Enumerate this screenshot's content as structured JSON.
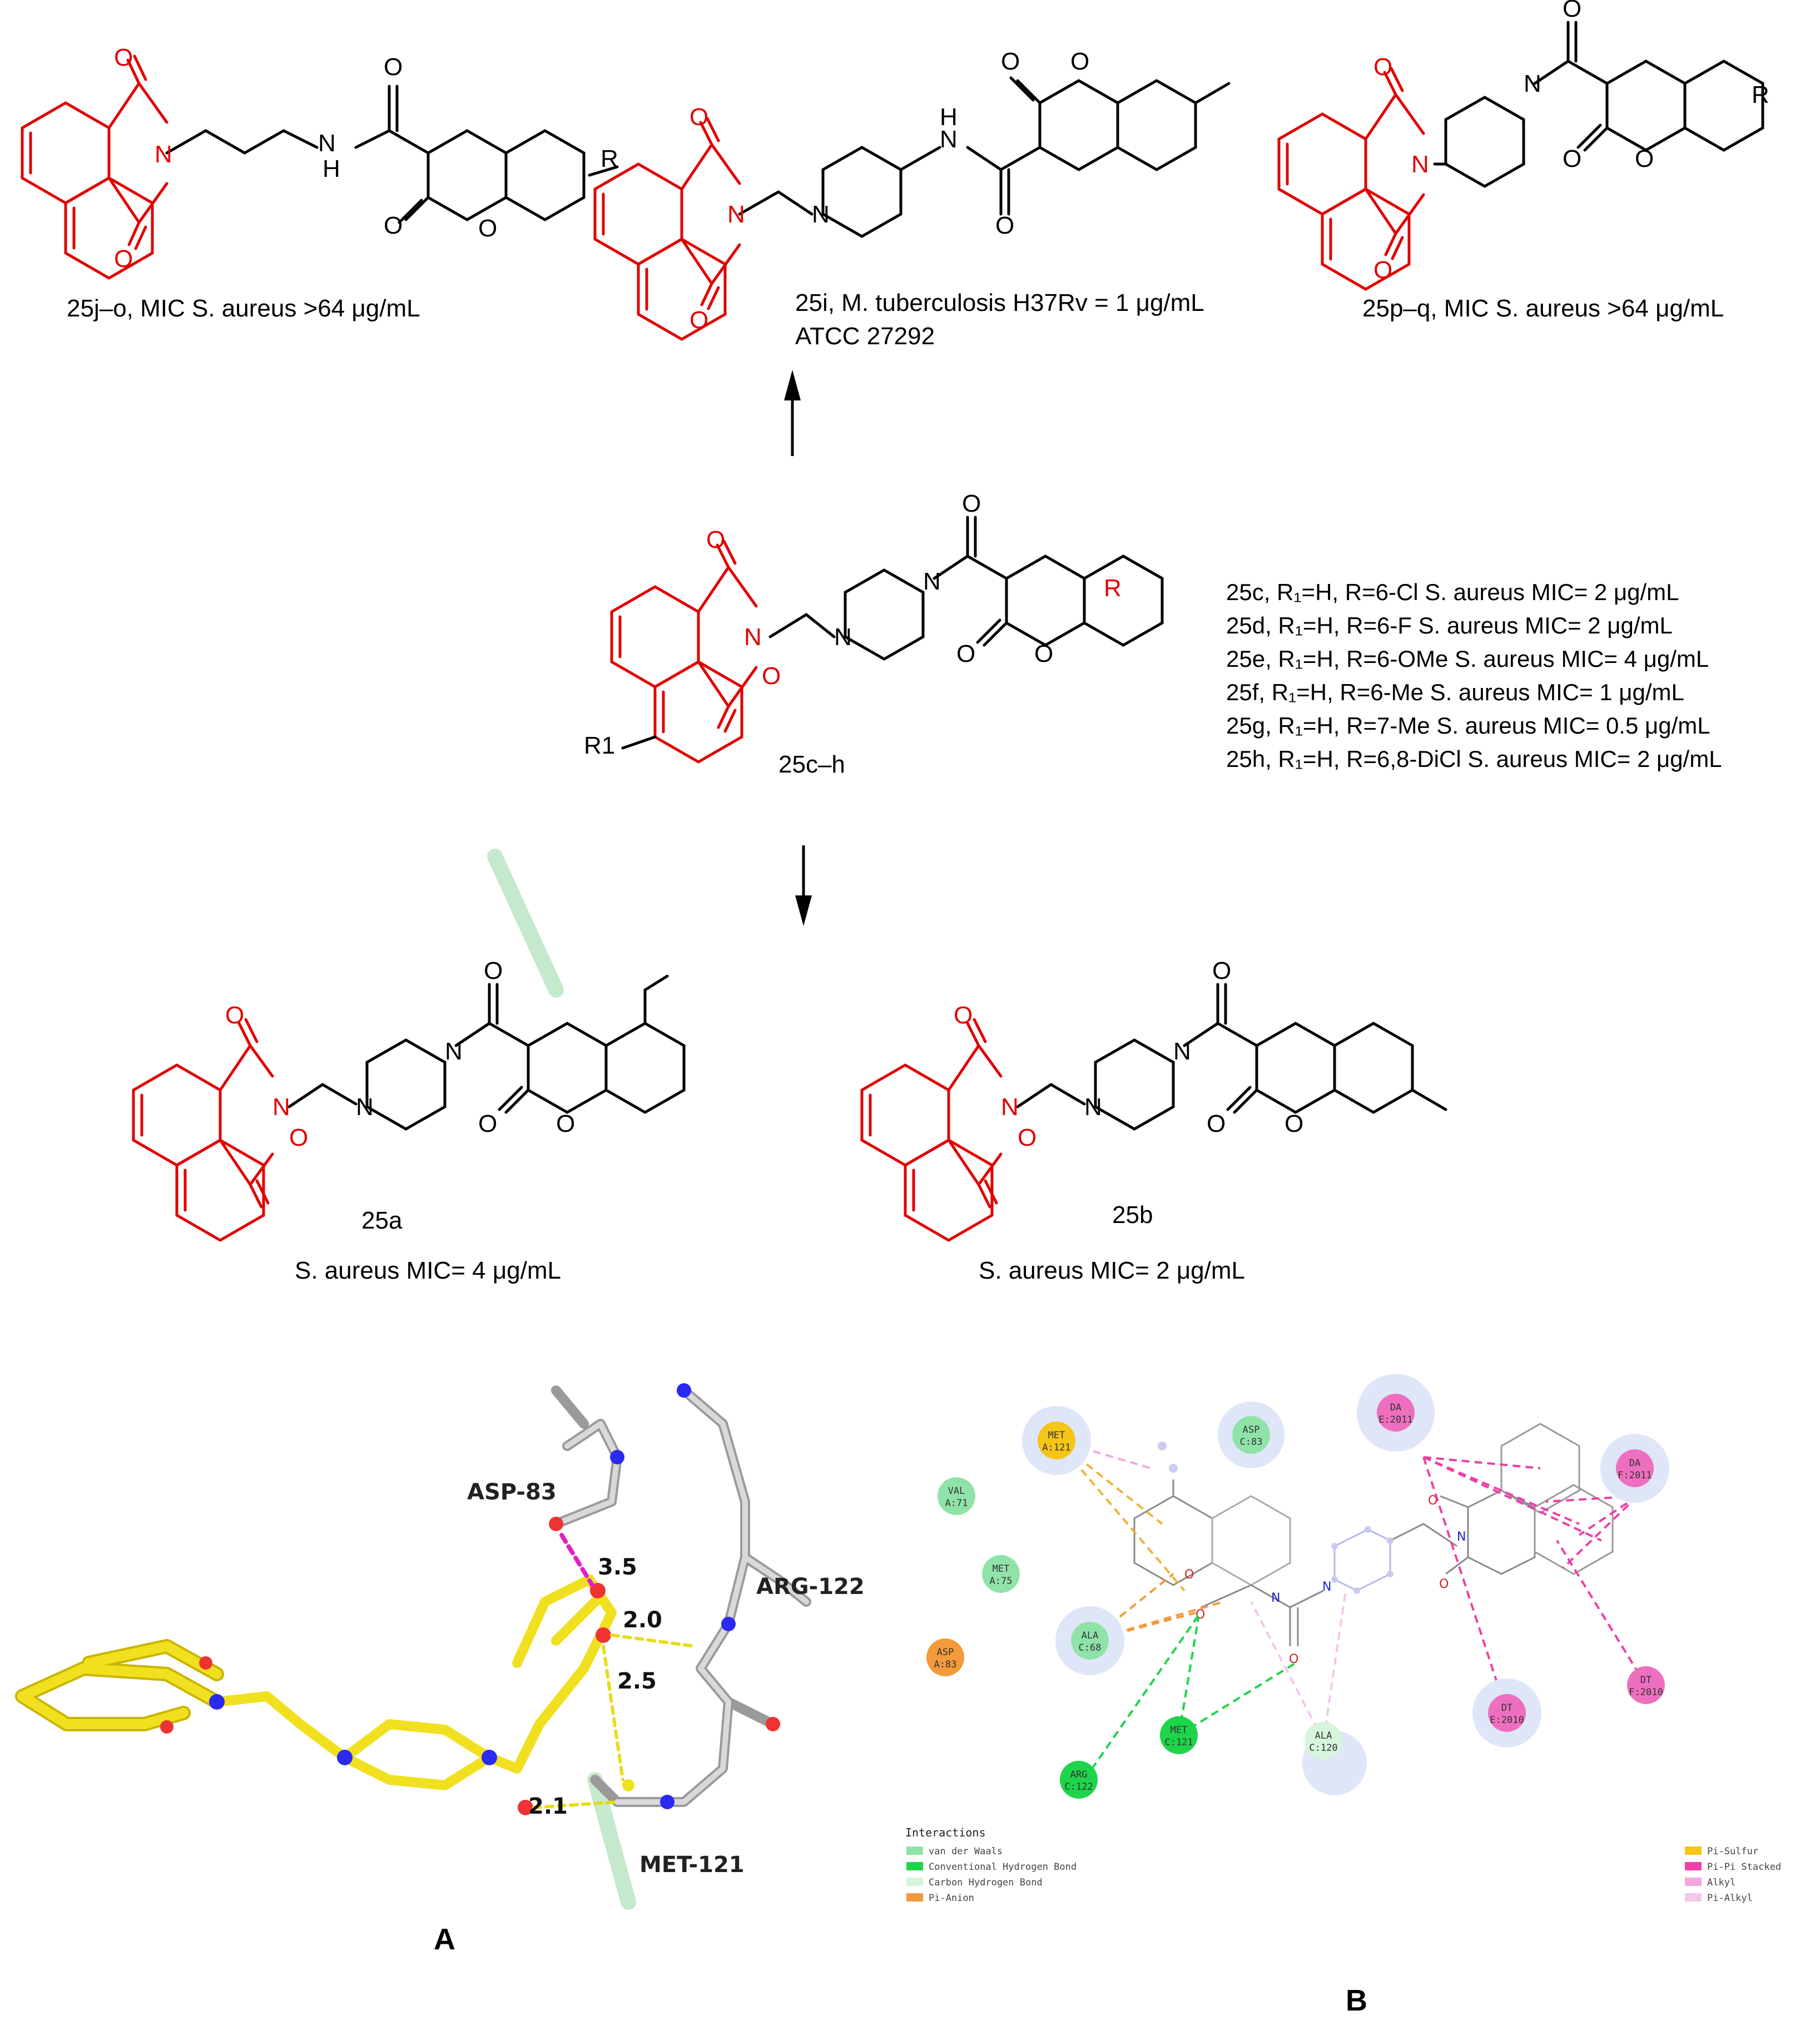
{
  "top_row": {
    "j_o": {
      "label": "25j–o,  MIC S. aureus >64 μg/mL"
    },
    "i": {
      "label_line1": "25i, M. tuberculosis H37Rv = 1 μg/mL",
      "label_line2": "ATCC 27292"
    },
    "p_q": {
      "label": "25p–q,  MIC S. aureus >64 μg/mL"
    }
  },
  "middle": {
    "label": "25c–h",
    "r_group": "R",
    "r1_group": "R1",
    "compounds": [
      "25c, R₁=H, R=6-Cl  S. aureus MIC= 2 μg/mL",
      "25d, R₁=H, R=6-F  S. aureus MIC= 2 μg/mL",
      "25e, R₁=H, R=6-OMe  S. aureus MIC= 4 μg/mL",
      "25f, R₁=H, R=6-Me  S. aureus MIC= 1 μg/mL",
      "25g, R₁=H, R=7-Me  S. aureus MIC= 0.5 μg/mL",
      "25h, R₁=H, R=6,8-DiCl  S. aureus MIC= 2 μg/mL"
    ]
  },
  "bottom_row": {
    "a": {
      "label": "25a",
      "mic": "S. aureus MIC= 4 μg/mL"
    },
    "b": {
      "label": "25b",
      "mic": "S. aureus MIC= 2 μg/mL"
    }
  },
  "atoms": {
    "O": "O",
    "N": "N",
    "H": "H",
    "R": "R"
  },
  "panel_a": {
    "letter": "A",
    "residues": [
      "ASP-83",
      "ARG-122",
      "MET-121"
    ],
    "distances": [
      "3.5",
      "2.0",
      "2.5",
      "2.1"
    ]
  },
  "panel_b": {
    "letter": "B",
    "nodes": [
      {
        "label1": "MET",
        "label2": "A:121",
        "color": "#f5c518"
      },
      {
        "label1": "ASP",
        "label2": "C:83",
        "color": "#8fe3a8"
      },
      {
        "label1": "DA",
        "label2": "E:2011",
        "color": "#ee6fbf"
      },
      {
        "label1": "DA",
        "label2": "F:2011",
        "color": "#ee6fbf"
      },
      {
        "label1": "VAL",
        "label2": "A:71",
        "color": "#8fe3a8"
      },
      {
        "label1": "MET",
        "label2": "A:75",
        "color": "#8fe3a8"
      },
      {
        "label1": "ASP",
        "label2": "A:83",
        "color": "#f39a3c"
      },
      {
        "label1": "ALA",
        "label2": "C:68",
        "color": "#8fe3a8"
      },
      {
        "label1": "ARG",
        "label2": "C:122",
        "color": "#1ed44a"
      },
      {
        "label1": "MET",
        "label2": "C:121",
        "color": "#1ed44a"
      },
      {
        "label1": "ALA",
        "label2": "C:120",
        "color": "#d6f5dc"
      },
      {
        "label1": "DT",
        "label2": "E:2010",
        "color": "#ee6fbf"
      },
      {
        "label1": "DT",
        "label2": "F:2010",
        "color": "#ee6fbf"
      }
    ],
    "legend_title": "Interactions",
    "legend": [
      {
        "label": "van der Waals",
        "color": "#8fe3a8"
      },
      {
        "label": "Conventional Hydrogen Bond",
        "color": "#1ed44a"
      },
      {
        "label": "Carbon Hydrogen Bond",
        "color": "#d6f5dc"
      },
      {
        "label": "Pi-Anion",
        "color": "#f39a3c"
      },
      {
        "label": "Pi-Sulfur",
        "color": "#f5c518"
      },
      {
        "label": "Pi-Pi Stacked",
        "color": "#ee3fa6"
      },
      {
        "label": "Alkyl",
        "color": "#f4a7dd"
      },
      {
        "label": "Pi-Alkyl",
        "color": "#f6c6ea"
      }
    ]
  }
}
